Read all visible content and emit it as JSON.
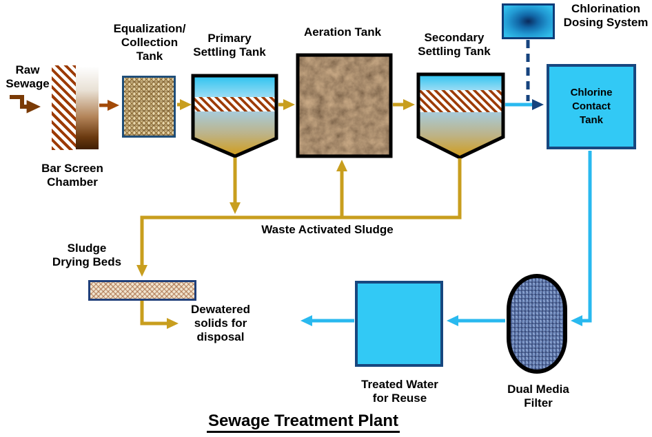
{
  "title": "Sewage Treatment Plant",
  "nodes": {
    "raw_sewage": {
      "label": "Raw\nSewage"
    },
    "bar_screen": {
      "label": "Bar Screen\nChamber"
    },
    "equalization": {
      "label": "Equalization/\nCollection\nTank"
    },
    "primary": {
      "label": "Primary\nSettling Tank"
    },
    "aeration": {
      "label": "Aeration Tank"
    },
    "secondary": {
      "label": "Secondary\nSettling Tank"
    },
    "chlorination_dosing": {
      "label": "Chlorination\nDosing System"
    },
    "chlorine_contact": {
      "label": "Chlorine\nContact\nTank"
    },
    "dual_media_filter": {
      "label": "Dual Media\nFilter"
    },
    "treated_water": {
      "label": "Treated Water\nfor Reuse"
    },
    "sludge_beds": {
      "label": "Sludge\nDrying Beds"
    },
    "waste_sludge": {
      "label": "Waste Activated Sludge"
    },
    "dewatered": {
      "label": "Dewatered\nsolids for\ndisposal"
    }
  },
  "flows": [
    {
      "from": "raw_sewage",
      "to": "bar_screen",
      "color": "dark-brown"
    },
    {
      "from": "bar_screen",
      "to": "equalization",
      "color": "brown"
    },
    {
      "from": "equalization",
      "to": "primary",
      "color": "gold"
    },
    {
      "from": "primary",
      "to": "aeration",
      "color": "gold"
    },
    {
      "from": "aeration",
      "to": "secondary",
      "color": "gold"
    },
    {
      "from": "secondary",
      "to": "chlorine_contact",
      "color": "cyan"
    },
    {
      "from": "chlorination_dosing",
      "to": "chlorine_contact_feed",
      "color": "navy",
      "style": "dashed"
    },
    {
      "from": "primary",
      "to": "waste_sludge_line",
      "color": "gold"
    },
    {
      "from": "secondary",
      "to": "waste_sludge_line",
      "color": "gold"
    },
    {
      "from": "waste_sludge_line",
      "to": "aeration",
      "color": "gold"
    },
    {
      "from": "waste_sludge_line",
      "to": "sludge_beds",
      "color": "gold"
    },
    {
      "from": "sludge_beds",
      "to": "dewatered_disposal",
      "color": "gold"
    },
    {
      "from": "chlorine_contact",
      "to": "dual_media_filter",
      "color": "cyan"
    },
    {
      "from": "dual_media_filter",
      "to": "treated_water",
      "color": "cyan"
    },
    {
      "from": "treated_water",
      "to": "reuse_outlet",
      "color": "cyan"
    }
  ],
  "colors": {
    "gold_sludge": "#C89E1E",
    "brown_raw": "#7A3A05",
    "brown_screened": "#A24A08",
    "cyan_water": "#29B9EF",
    "navy": "#16437E",
    "tank_fill_cyan": "#32C9F5",
    "hatch_red": "#9C3A00",
    "border_navy": "#1F4E79"
  }
}
